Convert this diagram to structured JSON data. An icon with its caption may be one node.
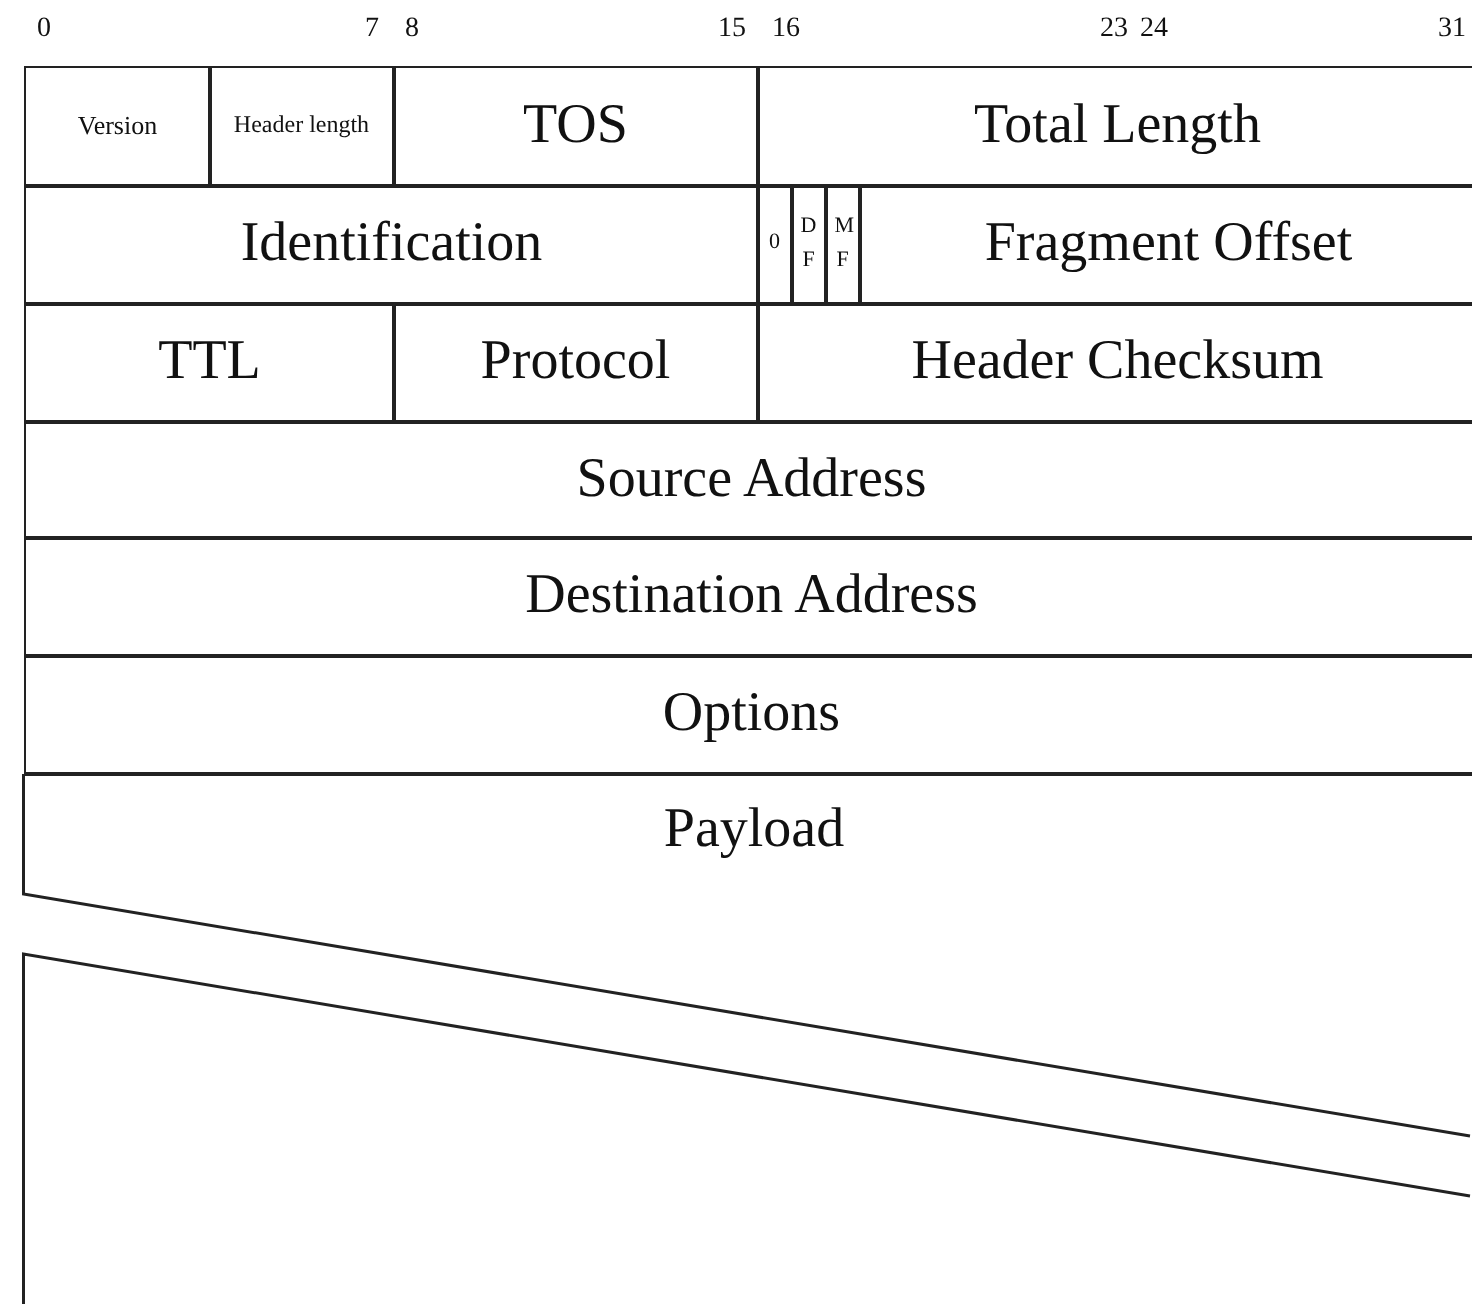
{
  "diagram": {
    "nodes": [
      {
        "text": [
          "Version"
        ]
      },
      {
        "text": [
          "Header length"
        ]
      },
      {
        "text": [
          "TOS"
        ]
      },
      {
        "text": [
          "Total Length"
        ]
      },
      {
        "text": [
          "Identification"
        ]
      },
      {
        "text": [
          "0"
        ]
      },
      {
        "text": [
          "D F"
        ]
      },
      {
        "text": [
          "M F"
        ]
      },
      {
        "text": [
          "Fragment Offset"
        ]
      },
      {
        "text": [
          "TTL"
        ]
      },
      {
        "text": [
          "Protocol"
        ]
      },
      {
        "text": [
          "Header Checksum"
        ]
      },
      {
        "text": [
          "Source Address"
        ]
      },
      {
        "text": [
          "Destination Address"
        ]
      },
      {
        "text": [
          "Options"
        ]
      },
      {
        "text": [
          "Payload"
        ]
      }
    ],
    "labels": [
      "0",
      "7",
      "8",
      "15",
      "16",
      "23",
      "24",
      "31"
    ]
  }
}
